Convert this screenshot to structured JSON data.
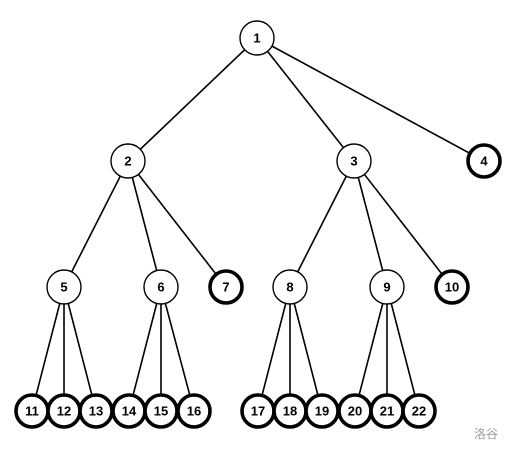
{
  "diagram": {
    "type": "tree",
    "nodes": [
      {
        "id": "1",
        "label": "1",
        "kind": "internal"
      },
      {
        "id": "2",
        "label": "2",
        "kind": "internal"
      },
      {
        "id": "3",
        "label": "3",
        "kind": "internal"
      },
      {
        "id": "4",
        "label": "4",
        "kind": "leaf"
      },
      {
        "id": "5",
        "label": "5",
        "kind": "internal"
      },
      {
        "id": "6",
        "label": "6",
        "kind": "internal"
      },
      {
        "id": "7",
        "label": "7",
        "kind": "leaf"
      },
      {
        "id": "8",
        "label": "8",
        "kind": "internal"
      },
      {
        "id": "9",
        "label": "9",
        "kind": "internal"
      },
      {
        "id": "10",
        "label": "10",
        "kind": "leaf"
      },
      {
        "id": "11",
        "label": "11",
        "kind": "leaf"
      },
      {
        "id": "12",
        "label": "12",
        "kind": "leaf"
      },
      {
        "id": "13",
        "label": "13",
        "kind": "leaf"
      },
      {
        "id": "14",
        "label": "14",
        "kind": "leaf"
      },
      {
        "id": "15",
        "label": "15",
        "kind": "leaf"
      },
      {
        "id": "16",
        "label": "16",
        "kind": "leaf"
      },
      {
        "id": "17",
        "label": "17",
        "kind": "leaf"
      },
      {
        "id": "18",
        "label": "18",
        "kind": "leaf"
      },
      {
        "id": "19",
        "label": "19",
        "kind": "leaf"
      },
      {
        "id": "20",
        "label": "20",
        "kind": "leaf"
      },
      {
        "id": "21",
        "label": "21",
        "kind": "leaf"
      },
      {
        "id": "22",
        "label": "22",
        "kind": "leaf"
      }
    ],
    "edges": [
      [
        "1",
        "2"
      ],
      [
        "1",
        "3"
      ],
      [
        "1",
        "4"
      ],
      [
        "2",
        "5"
      ],
      [
        "2",
        "6"
      ],
      [
        "2",
        "7"
      ],
      [
        "3",
        "8"
      ],
      [
        "3",
        "9"
      ],
      [
        "3",
        "10"
      ],
      [
        "5",
        "11"
      ],
      [
        "5",
        "12"
      ],
      [
        "5",
        "13"
      ],
      [
        "6",
        "14"
      ],
      [
        "6",
        "15"
      ],
      [
        "6",
        "16"
      ],
      [
        "8",
        "17"
      ],
      [
        "8",
        "18"
      ],
      [
        "8",
        "19"
      ],
      [
        "9",
        "20"
      ],
      [
        "9",
        "21"
      ],
      [
        "9",
        "22"
      ]
    ]
  },
  "watermark": "洛谷"
}
